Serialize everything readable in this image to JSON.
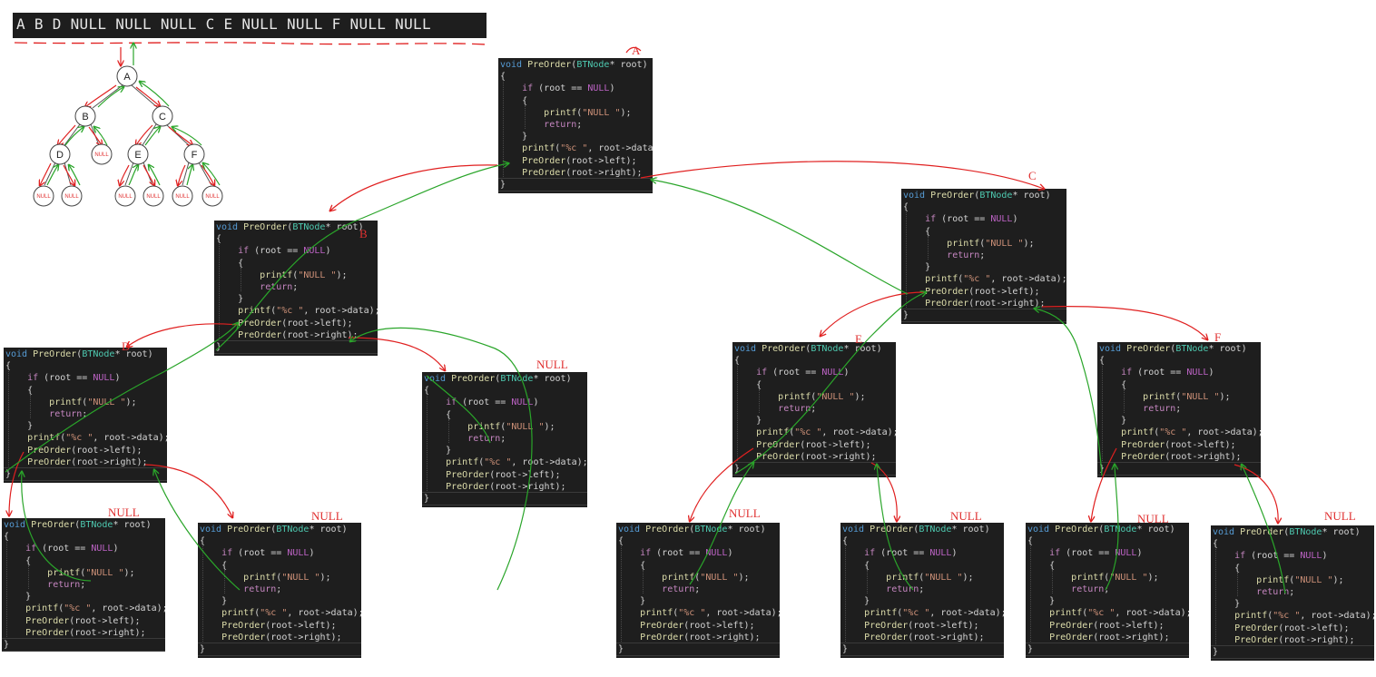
{
  "output": {
    "text": "A B D NULL NULL NULL C E NULL NULL F NULL NULL"
  },
  "tree": {
    "nodes": {
      "a": "A",
      "b": "B",
      "c": "C",
      "d": "D",
      "e": "E",
      "f": "F",
      "null_label": "NULL"
    }
  },
  "code": {
    "signature": {
      "kw": "void",
      "fn": "PreOrder",
      "open": "(",
      "type": "BTNode",
      "rest": "* root)"
    },
    "brace_open": "{",
    "if_kw": "if",
    "if_cond_a": " (root == ",
    "if_null": "NULL",
    "if_cond_b": ")",
    "inner_brace_open": "{",
    "printf_null_fn": "printf",
    "printf_null_open": "(",
    "printf_null_str": "\"NULL \"",
    "printf_null_close": ");",
    "return_kw": "return",
    "return_semi": ";",
    "inner_brace_close": "}",
    "printf_data_fn": "printf",
    "printf_data_open": "(",
    "printf_data_str": "\"%c \"",
    "printf_data_rest": ", root->data);",
    "left_fn": "PreOrder",
    "left_rest": "(root->left);",
    "right_fn": "PreOrder",
    "right_rest": "(root->right);",
    "brace_close": "}"
  },
  "frame_labels": {
    "root": "A",
    "left_b": "B",
    "left_d": "D",
    "d_left_null": "NULL",
    "d_right_null": "NULL",
    "b_right_null": "NULL",
    "right_c": "C",
    "left_e": "E",
    "e_left_null": "NULL",
    "e_right_null": "NULL",
    "right_f": "F",
    "f_left_null": "NULL",
    "f_right_null": "NULL"
  },
  "colors": {
    "call_arrow": "#e02020",
    "return_arrow": "#2aa52a",
    "code_bg": "#1e1e1e"
  }
}
